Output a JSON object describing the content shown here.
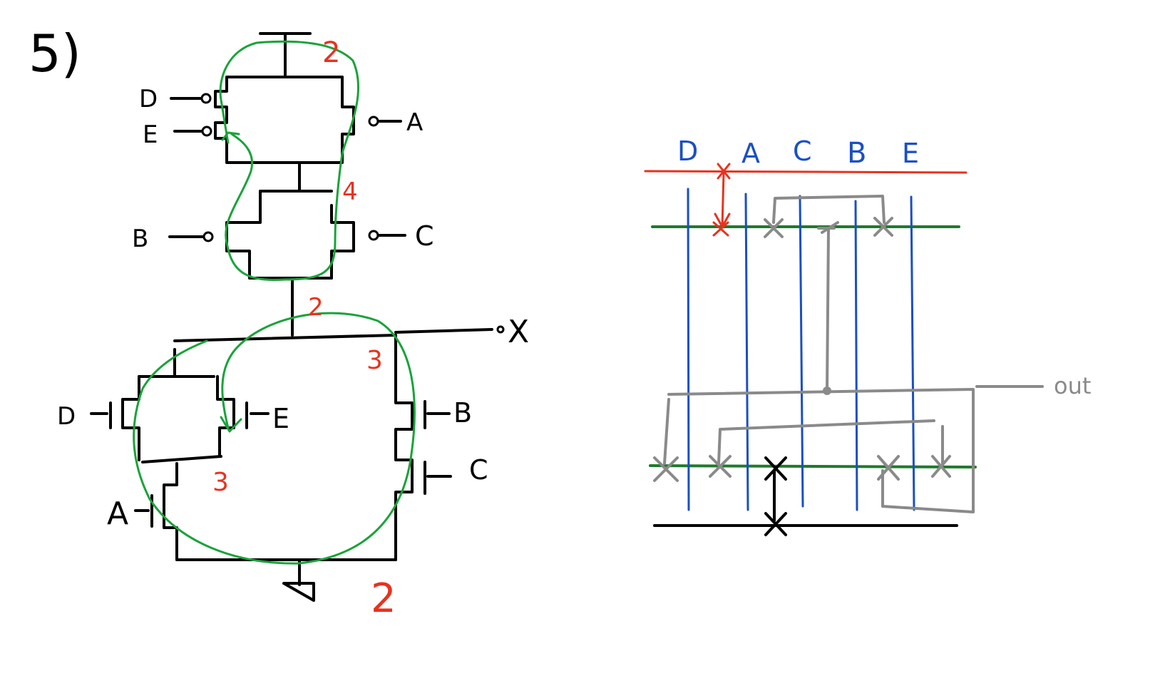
{
  "problem_number": "5)",
  "left_schematic": {
    "pull_up": {
      "inputs_left": [
        "D",
        "E",
        "B"
      ],
      "inputs_right": [
        "A",
        "C"
      ]
    },
    "pull_down": {
      "inputs_left": [
        "D",
        "A"
      ],
      "inputs_inner": [
        "E"
      ],
      "inputs_right": [
        "B",
        "C"
      ]
    },
    "output_label": "X",
    "euler_counts": [
      "2",
      "4",
      "2",
      "3",
      "3",
      "2"
    ]
  },
  "right_stick_diagram": {
    "column_order": [
      "D",
      "A",
      "C",
      "B",
      "E"
    ],
    "output_label": "out"
  },
  "colors": {
    "ink": "#000000",
    "count_red": "#e8321e",
    "path_green": "#1aa33a",
    "poly_blue": "#1a4fc4",
    "metal_gray": "#8a8a8a",
    "diffusion_green": "#1f7a2c"
  }
}
